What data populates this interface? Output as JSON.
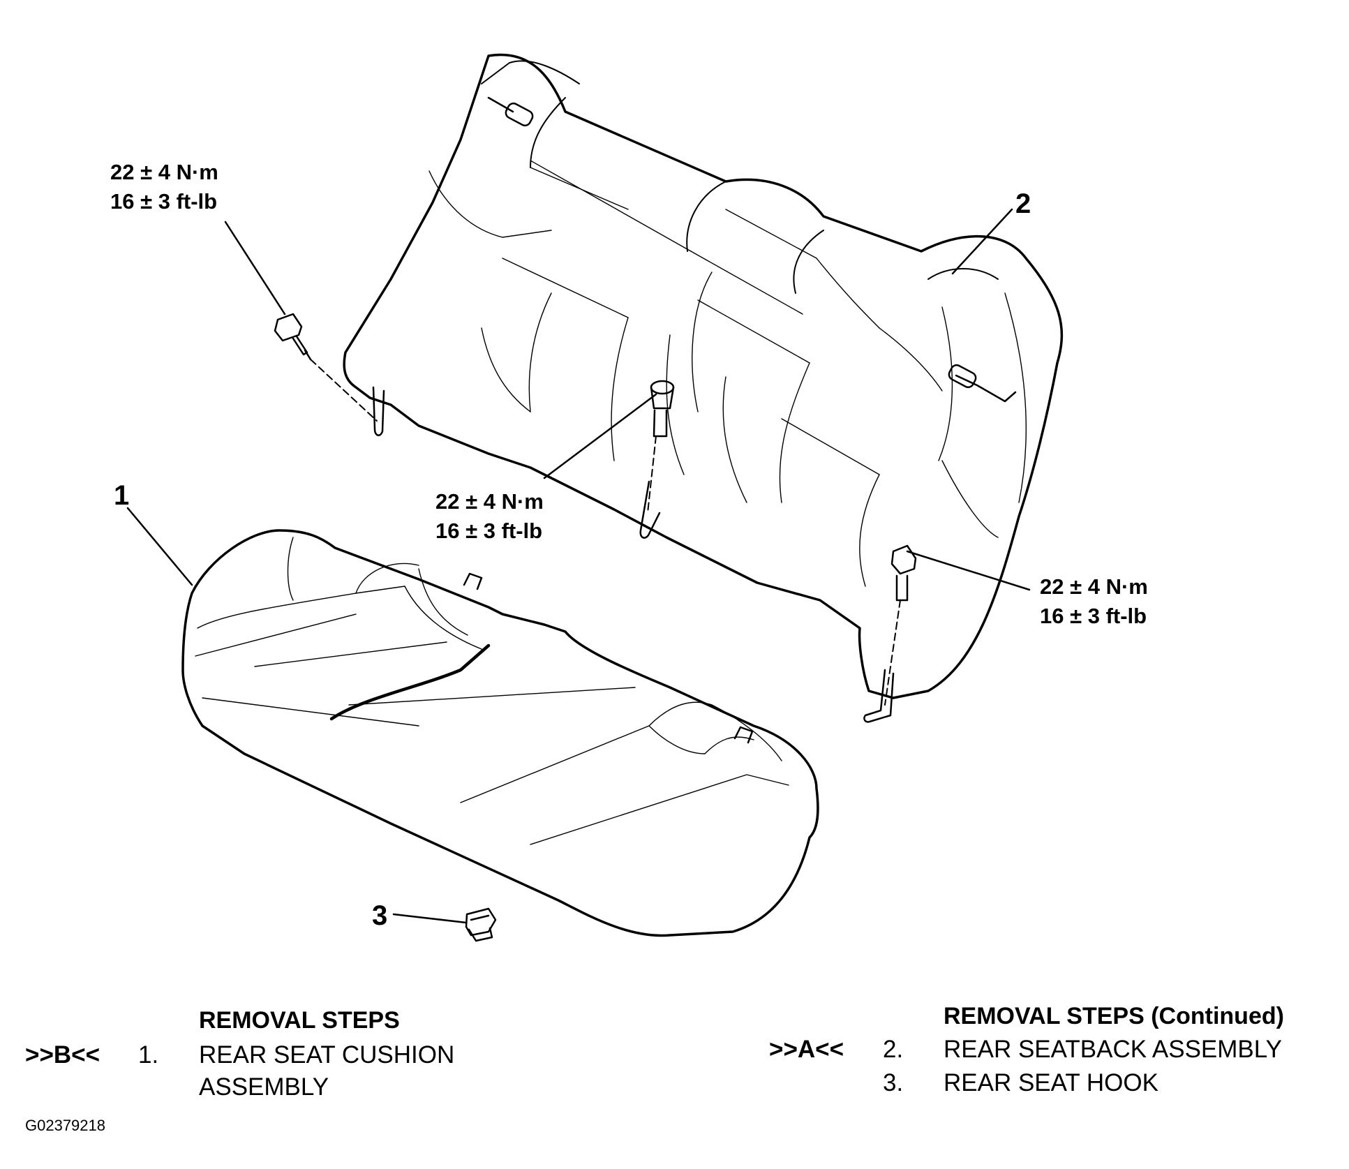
{
  "torque_labels": [
    {
      "line1": "22 ± 4 N·m",
      "line2": "16 ± 3 ft-lb"
    },
    {
      "line1": "22 ± 4 N·m",
      "line2": "16 ± 3 ft-lb"
    },
    {
      "line1": "22 ± 4 N·m",
      "line2": "16 ± 3 ft-lb"
    }
  ],
  "callouts": {
    "one": "1",
    "two": "2",
    "three": "3"
  },
  "removal_steps_left": {
    "title": "REMOVAL STEPS",
    "marker": ">>B<<",
    "number": "1.",
    "line1": "REAR SEAT CUSHION",
    "line2": "ASSEMBLY"
  },
  "removal_steps_right": {
    "title": "REMOVAL STEPS (Continued)",
    "step2_marker": ">>A<<",
    "step2_number": "2.",
    "step2_text": "REAR SEATBACK ASSEMBLY",
    "step3_number": "3.",
    "step3_text": "REAR SEAT HOOK"
  },
  "figure_id": "G02379218"
}
